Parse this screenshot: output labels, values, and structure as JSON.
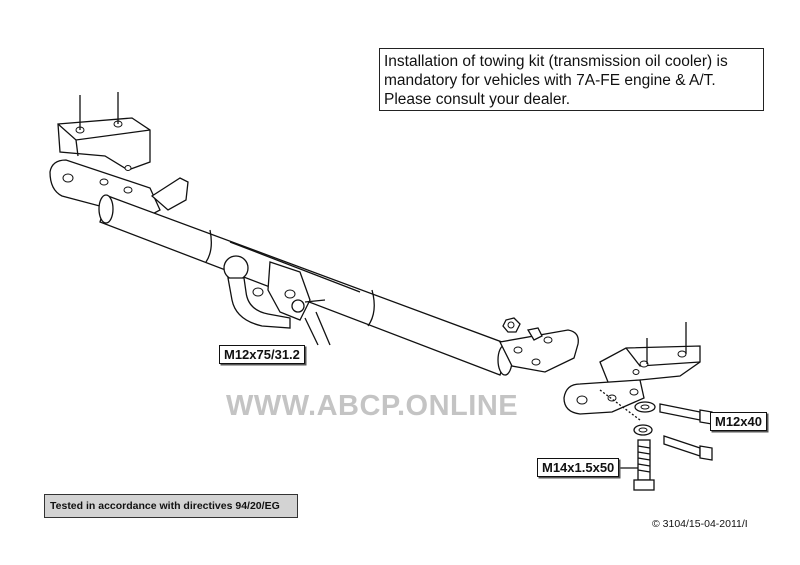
{
  "note": {
    "line1": "Installation of towing kit (transmission oil cooler) is",
    "line2": "mandatory for vehicles with 7A-FE engine & A/T.",
    "line3": "Please consult your dealer."
  },
  "labels": {
    "bolt_center": "M12x75/31.2",
    "bolt_side": "M12x40",
    "bolt_vertical": "M14x1.5x50"
  },
  "watermark": "WWW.ABCP.ONLINE",
  "footer": {
    "tested": "Tested in accordance with directives 94/20/EG",
    "copyright": "© 3104/15-04-2011/I"
  }
}
